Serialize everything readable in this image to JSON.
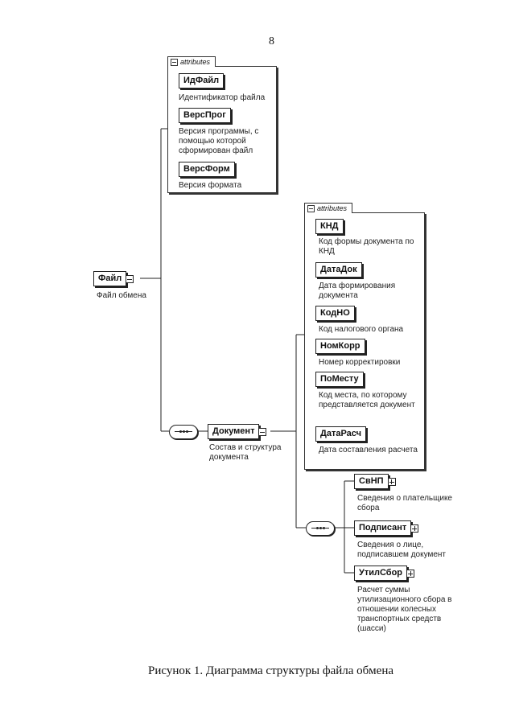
{
  "page_number": "8",
  "caption": "Рисунок 1. Диаграмма структуры файла обмена",
  "root": {
    "label": "Файл",
    "description": "Файл обмена"
  },
  "attributes_tab_label": "attributes",
  "file_attributes": [
    {
      "label": "ИдФайл",
      "description": "Идентификатор файла"
    },
    {
      "label": "ВерсПрог",
      "description": "Версия программы, с помощью которой сформирован файл"
    },
    {
      "label": "ВерсФорм",
      "description": "Версия формата"
    }
  ],
  "document": {
    "label": "Документ",
    "description": "Состав и структура документа"
  },
  "document_attributes": [
    {
      "label": "КНД",
      "description": "Код формы документа по КНД"
    },
    {
      "label": "ДатаДок",
      "description": "Дата формирования документа"
    },
    {
      "label": "КодНО",
      "description": "Код налогового органа"
    },
    {
      "label": "НомКорр",
      "description": "Номер корректировки"
    },
    {
      "label": "ПоМесту",
      "description": "Код места, по которому представляется документ"
    },
    {
      "label": "ДатаРасч",
      "description": "Дата составления расчета"
    }
  ],
  "children": [
    {
      "label": "СвНП",
      "description": "Сведения о плательщике сбора"
    },
    {
      "label": "Подписант",
      "description": "Сведения о лице, подписавшем документ"
    },
    {
      "label": "УтилСбор",
      "description": "Расчет суммы утилизационного сбора в отношении колесных транспортных средств (шасси)"
    }
  ]
}
